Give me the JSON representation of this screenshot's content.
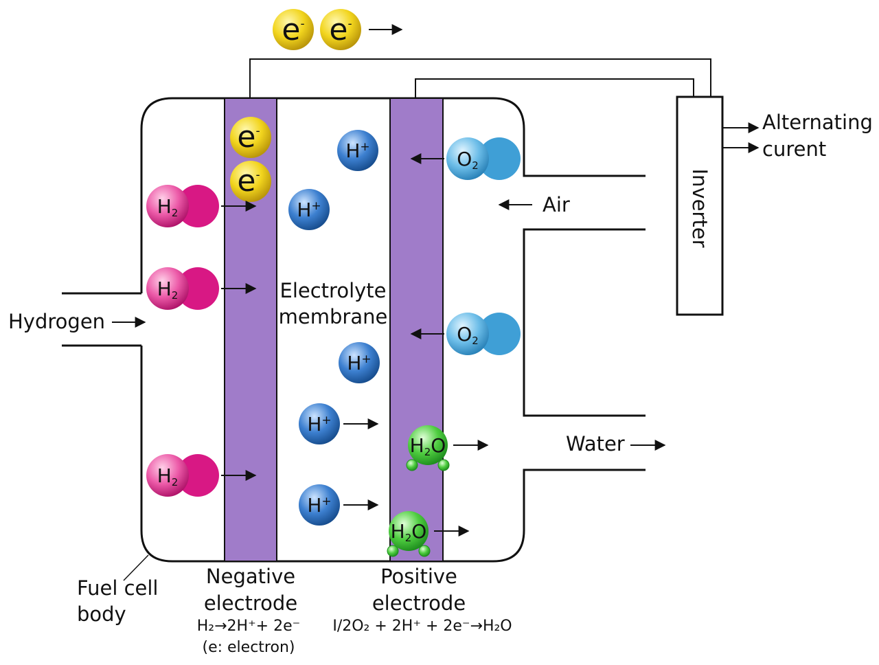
{
  "labels": {
    "hydrogen": "Hydrogen",
    "air": "Air",
    "water": "Water",
    "alternating": "Alternating",
    "current": "curent",
    "inverter": "Inverter",
    "electrolyte_line1": "Electrolyte",
    "electrolyte_line2": "membrane",
    "fuel_cell_line1": "Fuel cell",
    "fuel_cell_line2": "body",
    "negative_line1": "Negative",
    "negative_line2": "electrode",
    "negative_eq": "H₂→2H⁺+ 2e⁻",
    "negative_note": "(e: electron)",
    "positive_line1": "Positive",
    "positive_line2": "electrode",
    "positive_eq": "I/2O₂ + 2H⁺ + 2e⁻→H₂O"
  },
  "particles": {
    "electron": {
      "base": "e",
      "sup": "-"
    },
    "hydrogen_molecule": {
      "base": "H",
      "sub": "2"
    },
    "proton": {
      "base": "H",
      "sup": "+"
    },
    "oxygen_molecule": {
      "base": "O",
      "sub": "2"
    },
    "water": {
      "base": "H",
      "sub": "2",
      "tail": "O"
    }
  },
  "colors": {
    "electrode": "#a07cc9",
    "hydrogen": "#e0207f",
    "proton": "#2f6fc0",
    "oxygen": "#47a8dc",
    "water": "#3fbf3f",
    "electron": "#f0d020"
  }
}
